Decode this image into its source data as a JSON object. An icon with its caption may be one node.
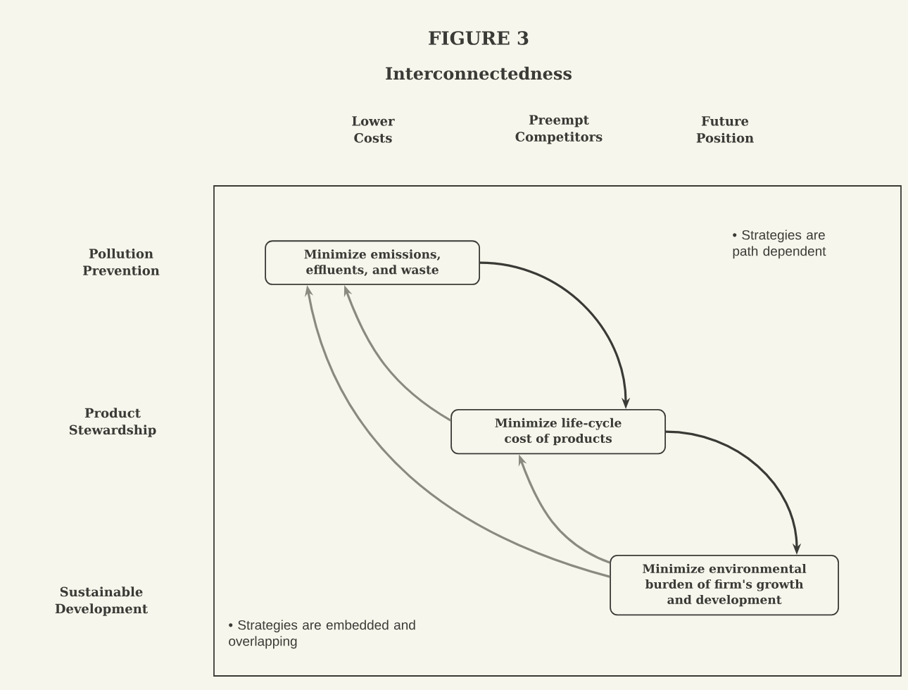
{
  "diagram": {
    "title": "FIGURE 3",
    "nodes": [
      {
        "text": [
          "• Strategies are path dependent",
          "• Strategies are embedded and overlapping"
        ]
      },
      {
        "text": [
          "Minimize emissions, effluents, and waste"
        ],
        "in": 0
      },
      {
        "text": [
          "Minimize life-cycle cost of products"
        ],
        "in": 0
      },
      {
        "text": [
          "Minimize environmental burden of firm's growth and development"
        ],
        "in": 0
      }
    ],
    "edges": [
      {
        "from": 1,
        "to": 2,
        "arrow": "to",
        "color": "#3a3a36"
      },
      {
        "from": 2,
        "to": 3,
        "arrow": "to",
        "color": "#3a3a36"
      },
      {
        "from": 2,
        "to": 1,
        "arrow": "to"
      },
      {
        "from": 3,
        "to": 1,
        "arrow": "to"
      },
      {
        "from": 3,
        "to": 2,
        "arrow": "to"
      }
    ],
    "labels": [
      "Interconnectedness",
      "Lower Costs",
      "Preempt Competitors",
      "Future Position",
      "Pollution Prevention",
      "Product Stewardship",
      "Sustainable Development"
    ]
  }
}
